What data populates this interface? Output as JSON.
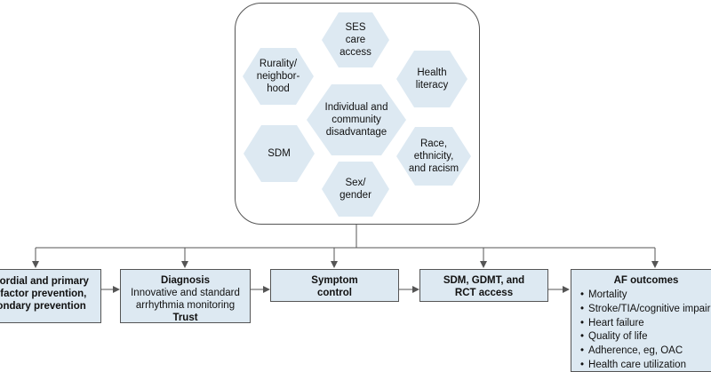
{
  "factors_panel": {
    "hexagons": [
      {
        "id": "ses",
        "lines": [
          "SES",
          "care",
          "access"
        ]
      },
      {
        "id": "rurality",
        "lines": [
          "Rurality/",
          "neighbor-",
          "hood"
        ]
      },
      {
        "id": "health-literacy",
        "lines": [
          "Health",
          "literacy"
        ]
      },
      {
        "id": "individual",
        "lines": [
          "Individual and",
          "community",
          "disadvantage"
        ]
      },
      {
        "id": "sdm",
        "lines": [
          "SDM"
        ]
      },
      {
        "id": "race",
        "lines": [
          "Race,",
          "ethnicity,",
          "and racism"
        ]
      },
      {
        "id": "sex",
        "lines": [
          "Sex/",
          "gender"
        ]
      }
    ]
  },
  "flow": {
    "prevention": {
      "lines": [
        "Primordial and primary",
        "risk factor prevention,",
        "secondary prevention"
      ]
    },
    "diagnosis": {
      "title": "Diagnosis",
      "lines": [
        "Innovative and standard",
        "arrhythmia monitoring"
      ],
      "emphasis": "Trust"
    },
    "symptom": {
      "lines": [
        "Symptom",
        "control"
      ]
    },
    "sdm_access": {
      "lines": [
        "SDM, GDMT, and",
        "RCT access"
      ]
    },
    "outcomes": {
      "title": "AF outcomes",
      "items": [
        "Mortality",
        "Stroke/TIA/cognitive impairment",
        "Heart failure",
        "Quality of life",
        "Adherence, eg, OAC",
        "Health care utilization"
      ]
    }
  },
  "colors": {
    "fill": "#dde9f2",
    "stroke": "#555555",
    "text": "#111111"
  }
}
